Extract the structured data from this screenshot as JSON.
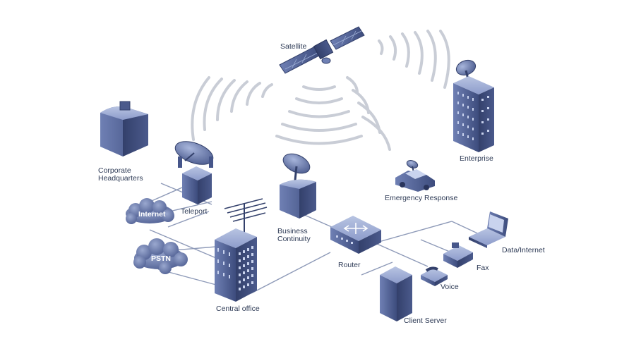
{
  "colors": {
    "device_dark": "#3b4a7a",
    "device_mid": "#5b6ea3",
    "device_light": "#9fb0d6",
    "line": "#8e9ab8",
    "wave": "#c9cdd6",
    "label": "#2d3a55"
  },
  "nodes": {
    "satellite": "Satellite",
    "corporate_hq_line1": "Corporate",
    "corporate_hq_line2": "Headquarters",
    "teleport": "Teleport",
    "internet": "Internet",
    "pstn": "PSTN",
    "central_office": "Central office",
    "business_continuity_line1": "Business",
    "business_continuity_line2": "Continuity",
    "router": "Router",
    "emergency_response": "Emergency Response",
    "enterprise": "Enterprise",
    "client_server": "Client Server",
    "voice": "Voice",
    "fax": "Fax",
    "data_internet": "Data/Internet"
  },
  "icons": {
    "satellite": "satellite-icon",
    "building": "building-icon",
    "dish": "satellite-dish-icon",
    "cloud": "cloud-icon",
    "router": "router-icon",
    "server": "server-icon",
    "phone": "telephone-icon",
    "fax": "fax-icon",
    "laptop": "laptop-icon",
    "vehicle": "vehicle-icon",
    "antenna": "antenna-icon"
  }
}
